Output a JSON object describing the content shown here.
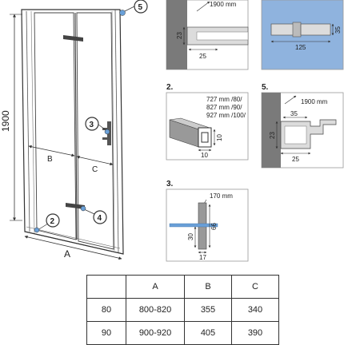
{
  "main": {
    "height_label": "1900",
    "width_label": "A",
    "panel_b_label": "B",
    "panel_c_label": "C",
    "callouts": [
      "2",
      "3",
      "4",
      "5"
    ]
  },
  "details": {
    "top_left": {
      "height_label": "1900 mm",
      "dim_width": "25",
      "dim_height": "23"
    },
    "top_right": {
      "dim_width": "125",
      "dim_height": "35"
    },
    "detail2": {
      "number": "2.",
      "lines": [
        "727 mm /80/",
        "827 mm /90/",
        "927 mm /100/"
      ],
      "dim_height": "10",
      "dim_width": "10"
    },
    "detail5": {
      "number": "5.",
      "height_label": "1900 mm",
      "dim_top": "35",
      "dim_side": "23",
      "dim_bottom": "25"
    },
    "detail3": {
      "number": "3.",
      "height_label": "170 mm",
      "dim_height": "66",
      "dim_small": "30",
      "dim_bottom": "17"
    }
  },
  "table": {
    "headers": [
      "",
      "A",
      "B",
      "C"
    ],
    "rows": [
      [
        "80",
        "800-820",
        "355",
        "340"
      ],
      [
        "90",
        "900-920",
        "405",
        "390"
      ]
    ]
  }
}
